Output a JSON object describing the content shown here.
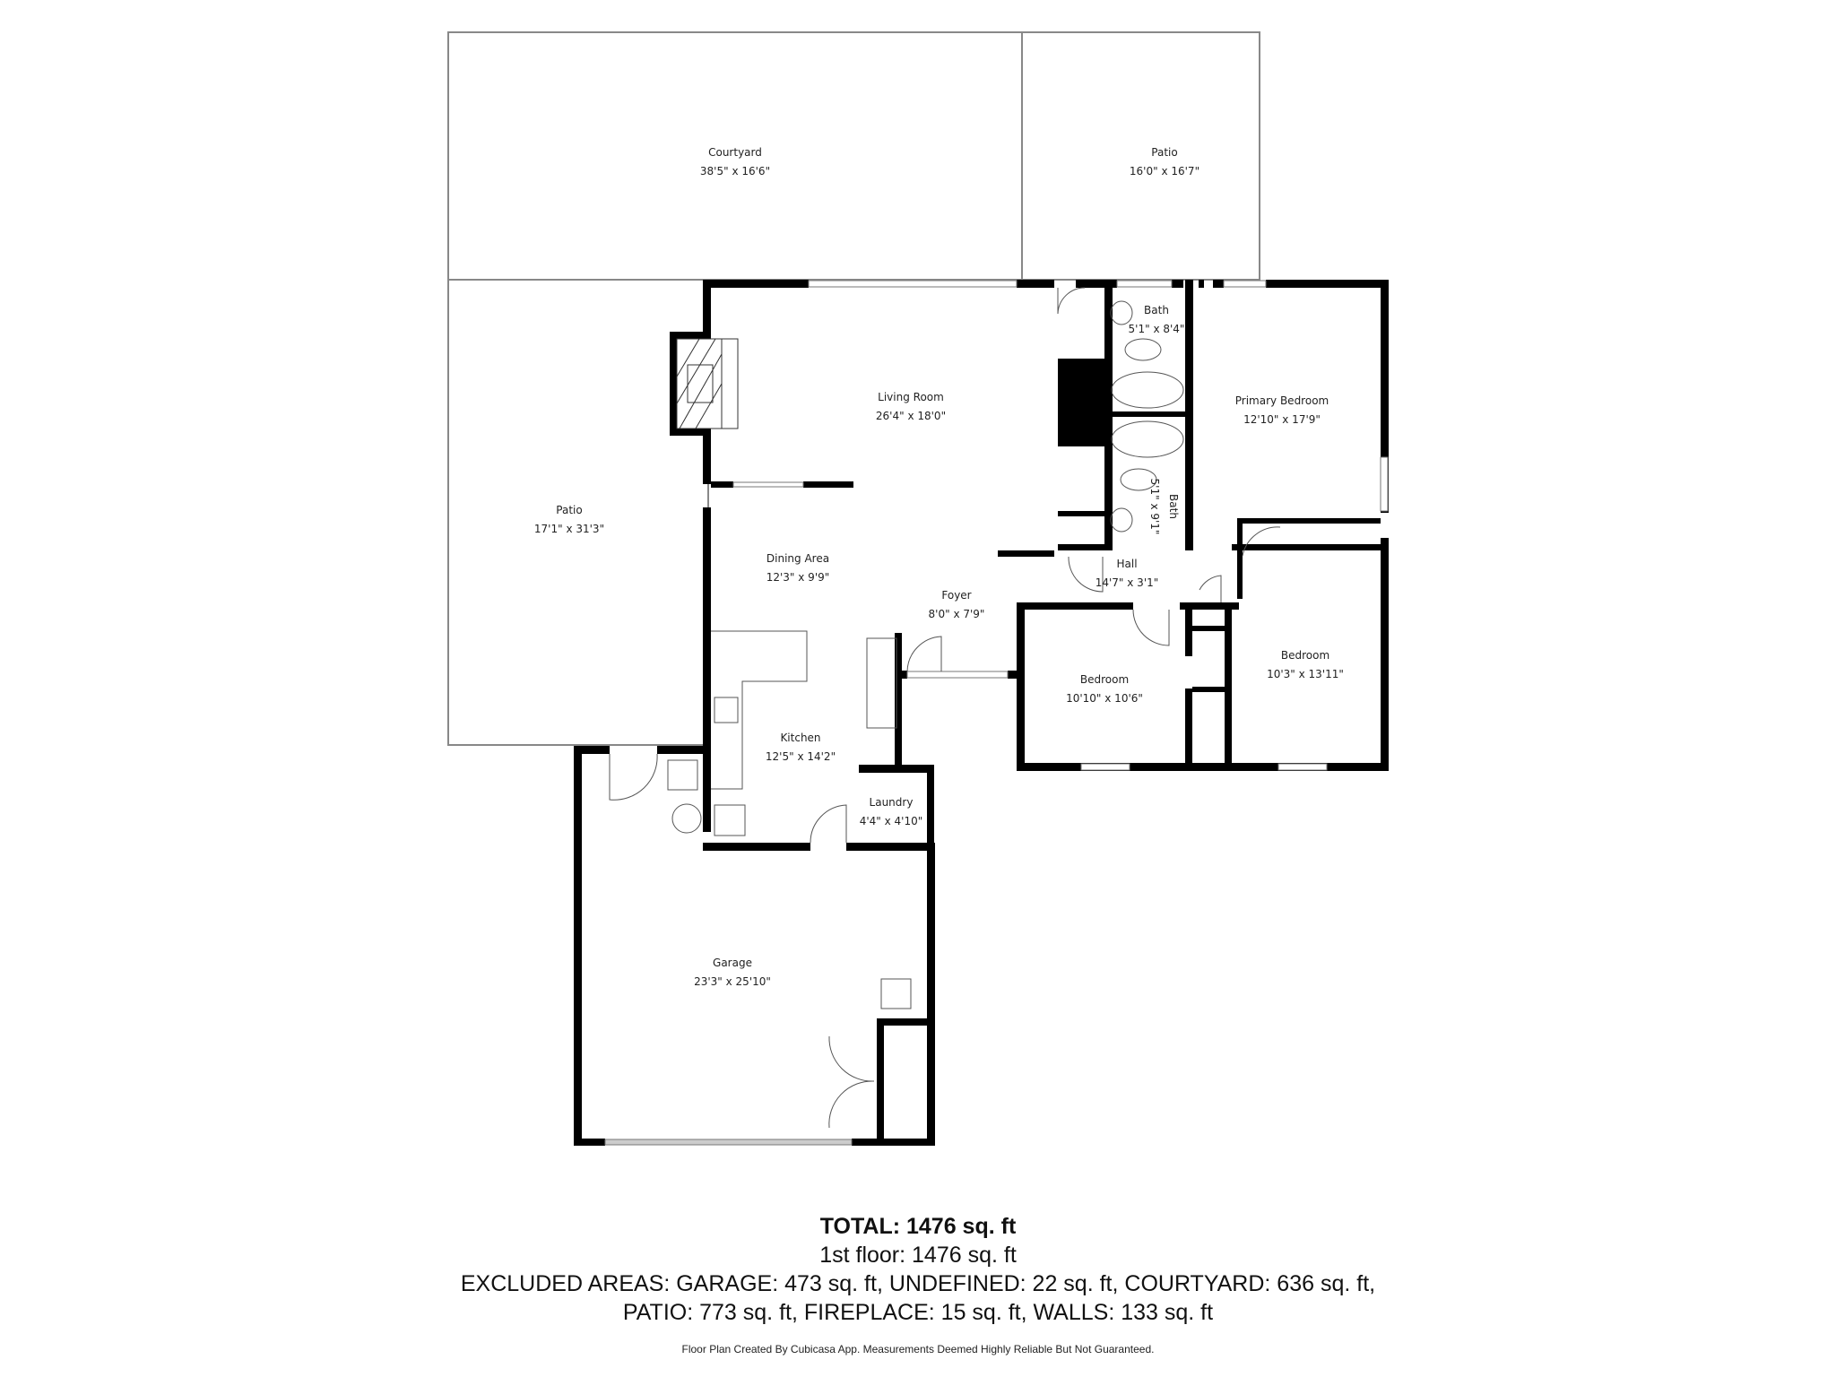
{
  "rooms": {
    "courtyard": {
      "name": "Courtyard",
      "dims": "38'5\" x 16'6\""
    },
    "patio_top": {
      "name": "Patio",
      "dims": "16'0\" x 16'7\""
    },
    "patio_left": {
      "name": "Patio",
      "dims": "17'1\" x 31'3\""
    },
    "living_room": {
      "name": "Living Room",
      "dims": "26'4\" x 18'0\""
    },
    "bath_1": {
      "name": "Bath",
      "dims": "5'1\" x 8'4\""
    },
    "bath_2": {
      "name": "Bath",
      "dims": "5'1\" x 9'1\""
    },
    "primary_bedroom": {
      "name": "Primary Bedroom",
      "dims": "12'10\" x 17'9\""
    },
    "dining_area": {
      "name": "Dining Area",
      "dims": "12'3\" x 9'9\""
    },
    "foyer": {
      "name": "Foyer",
      "dims": "8'0\" x 7'9\""
    },
    "hall": {
      "name": "Hall",
      "dims": "14'7\" x 3'1\""
    },
    "bedroom_1": {
      "name": "Bedroom",
      "dims": "10'10\" x 10'6\""
    },
    "bedroom_2": {
      "name": "Bedroom",
      "dims": "10'3\" x 13'11\""
    },
    "kitchen": {
      "name": "Kitchen",
      "dims": "12'5\" x 14'2\""
    },
    "laundry": {
      "name": "Laundry",
      "dims": "4'4\" x 4'10\""
    },
    "garage": {
      "name": "Garage",
      "dims": "23'3\" x 25'10\""
    }
  },
  "summary": {
    "total": "TOTAL: 1476 sq. ft",
    "floor": "1st floor: 1476 sq. ft",
    "excluded_line1": "EXCLUDED AREAS: GARAGE: 473 sq. ft, UNDEFINED: 22 sq. ft, COURTYARD: 636 sq. ft,",
    "excluded_line2": "PATIO: 773 sq. ft, FIREPLACE: 15 sq. ft, WALLS: 133 sq. ft",
    "credit": "Floor Plan Created By Cubicasa App. Measurements Deemed Highly Reliable But Not Guaranteed."
  },
  "colors": {
    "wall": "#000000",
    "outline": "#888888",
    "background": "#ffffff"
  }
}
